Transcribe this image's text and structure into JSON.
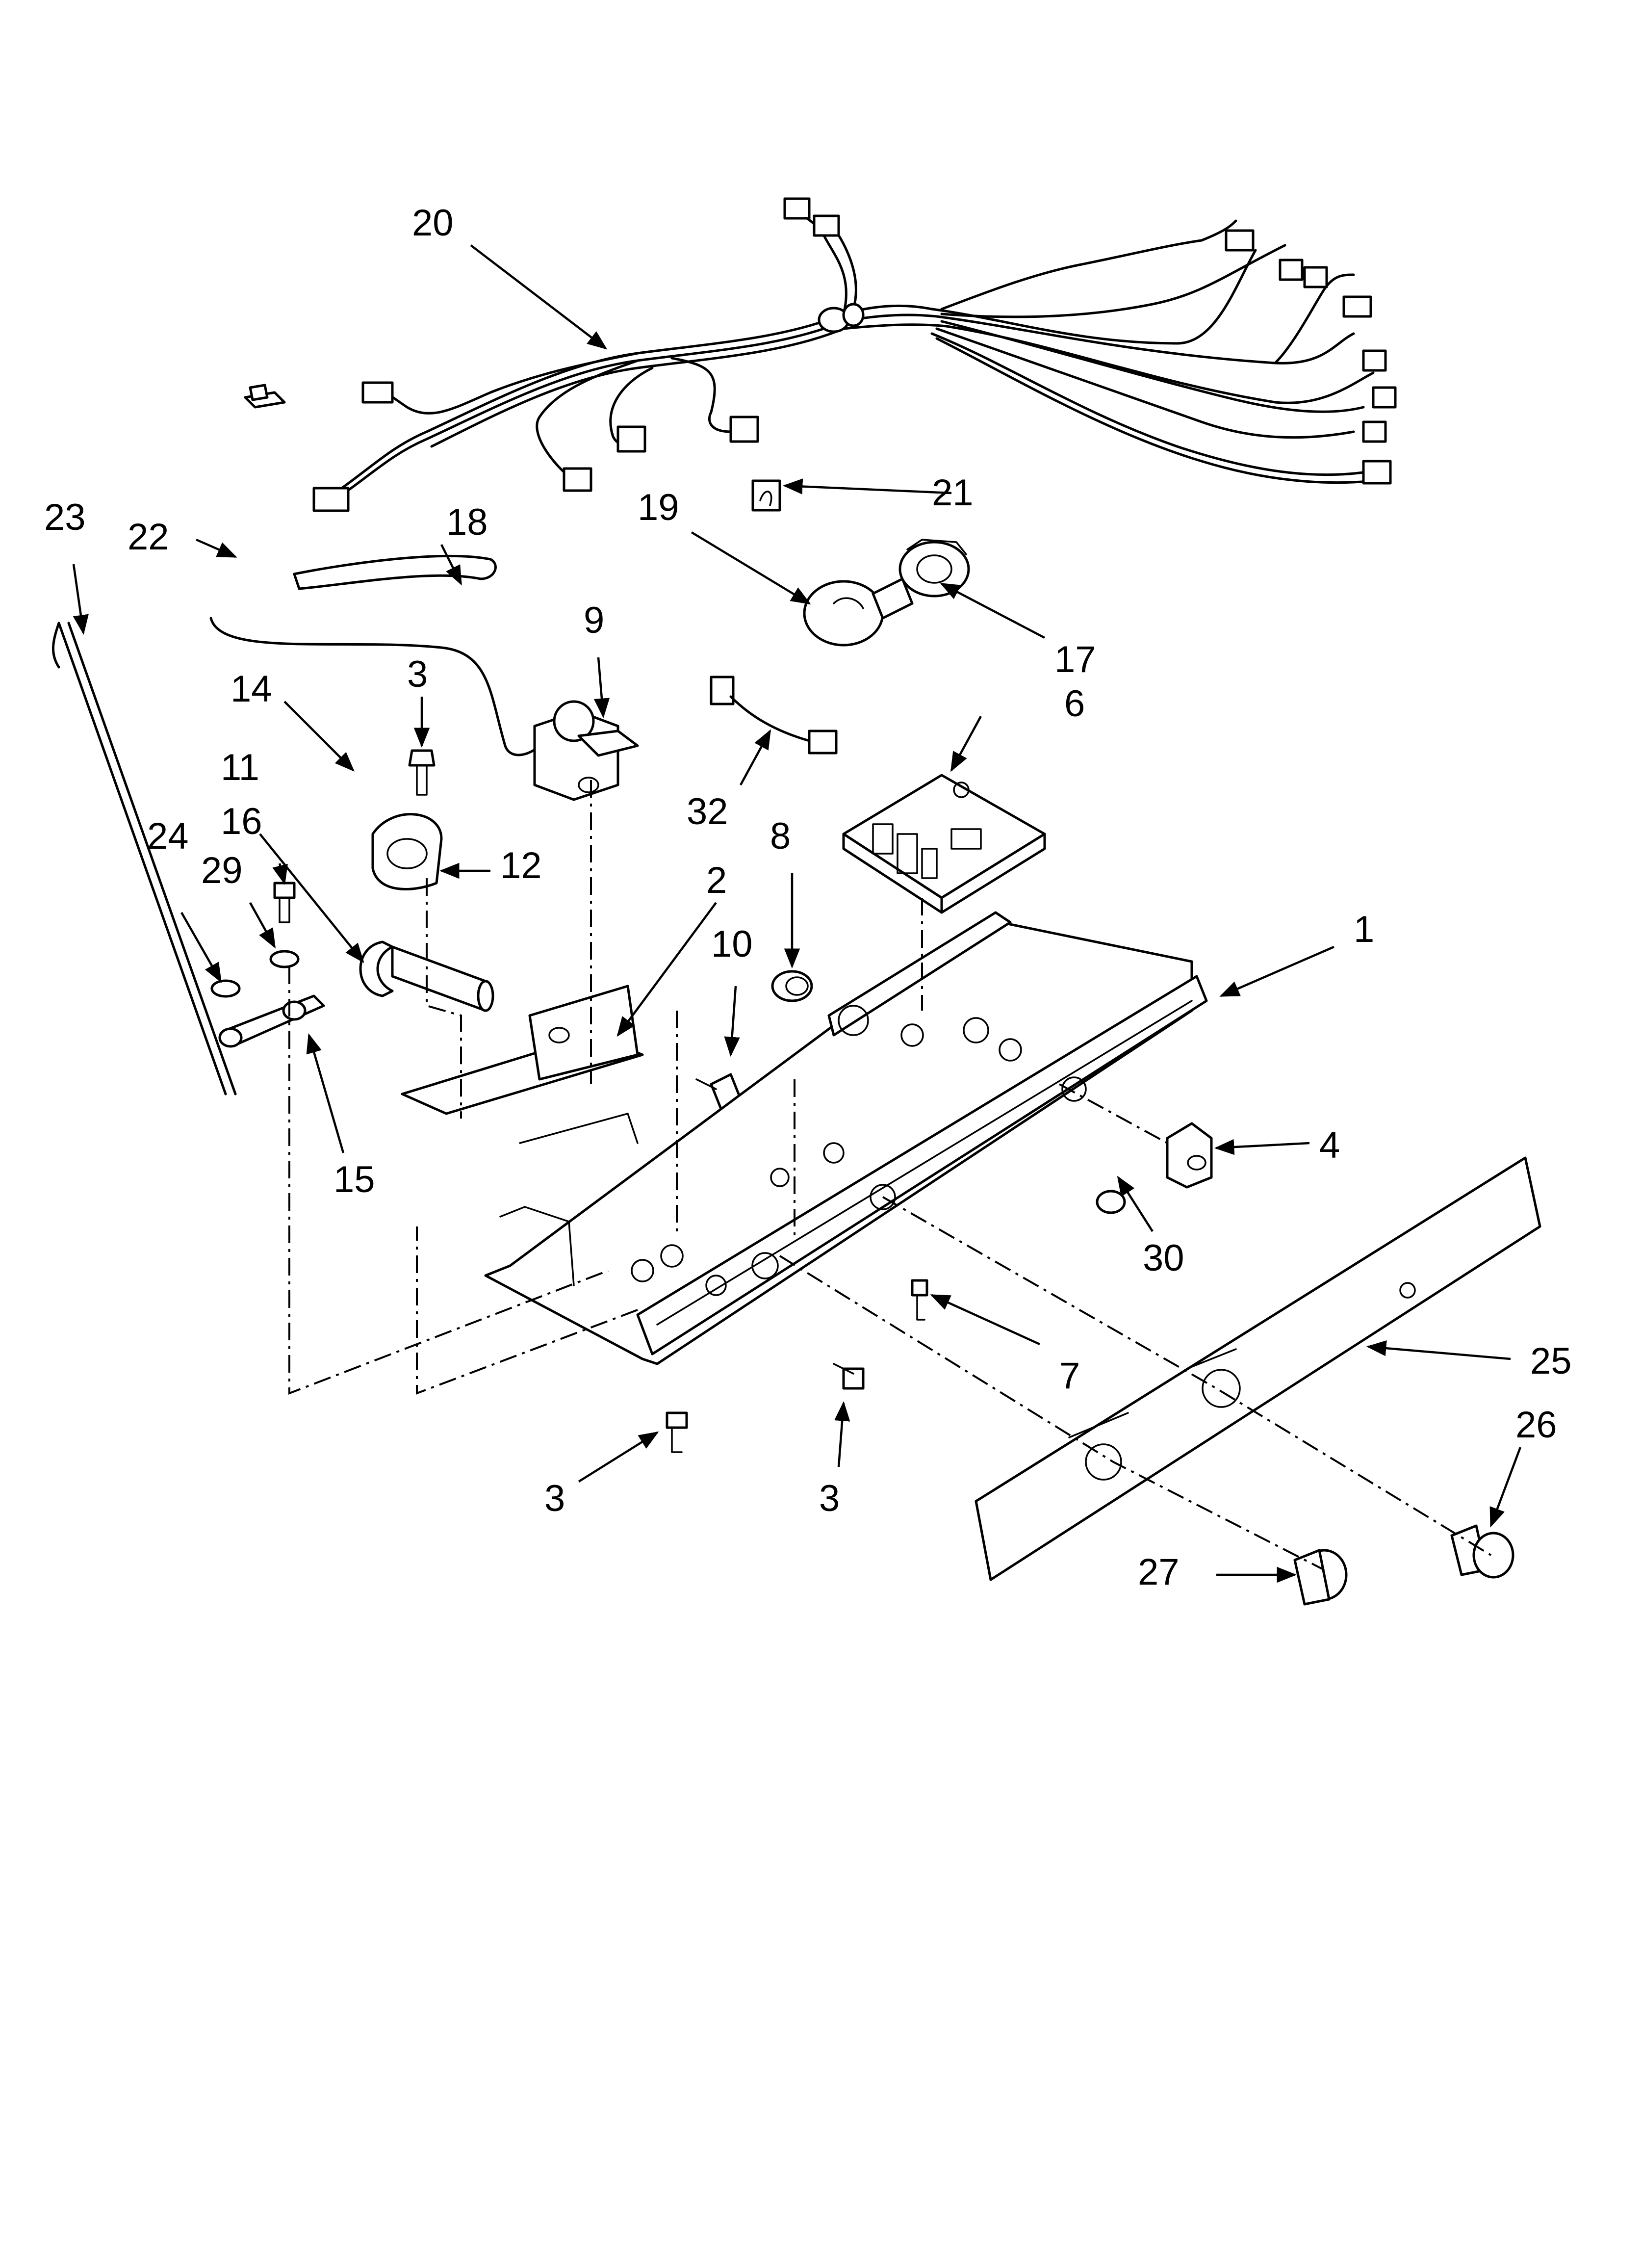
{
  "diagram": {
    "labels": {
      "l1": "1",
      "l2": "2",
      "l3a": "3",
      "l3b": "3",
      "l3c": "3",
      "l4": "4",
      "l6": "6",
      "l7": "7",
      "l8": "8",
      "l9": "9",
      "l10": "10",
      "l11": "11",
      "l12": "12",
      "l14": "14",
      "l15": "15",
      "l16": "16",
      "l17": "17",
      "l18": "18",
      "l19": "19",
      "l20": "20",
      "l21": "21",
      "l22": "22",
      "l23": "23",
      "l24": "24",
      "l25": "25",
      "l26": "26",
      "l27": "27",
      "l29": "29",
      "l30": "30",
      "l32": "32"
    }
  }
}
